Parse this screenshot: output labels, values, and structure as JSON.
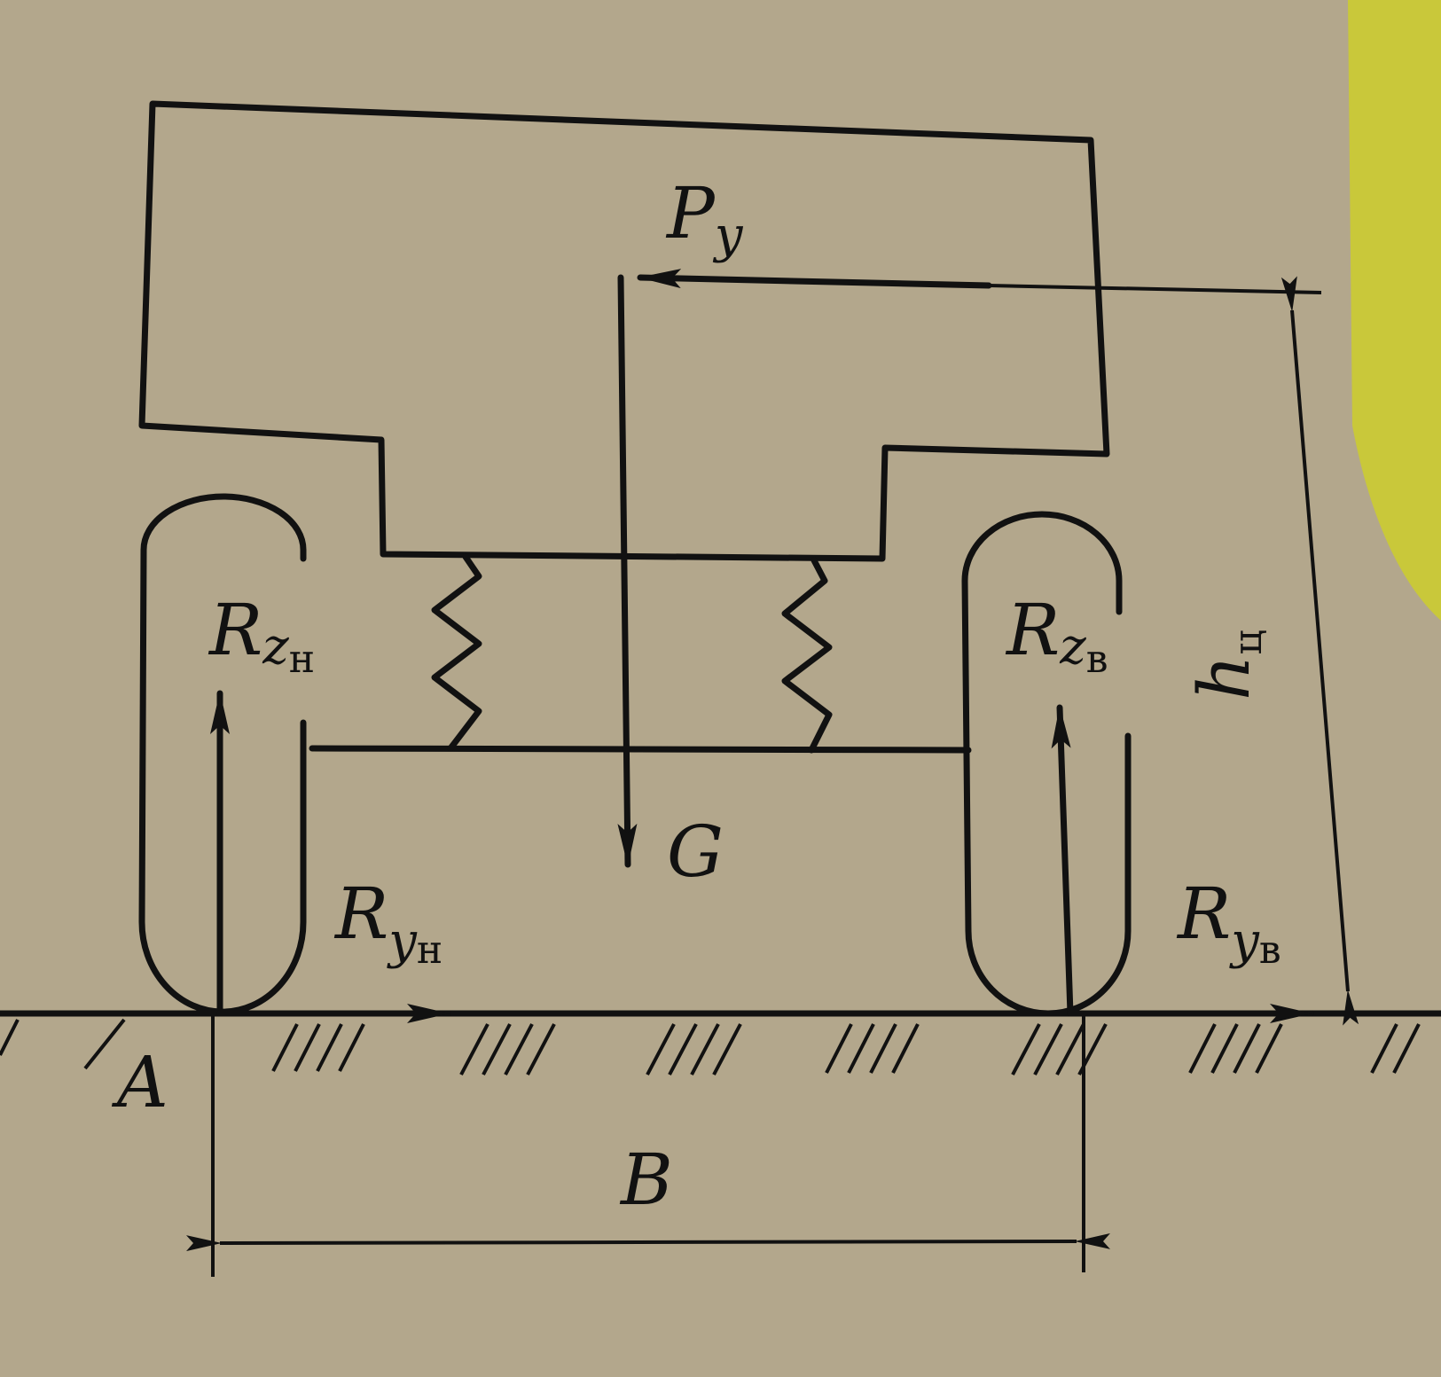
{
  "colors": {
    "paper": "#b3a78c",
    "ink": "#111111",
    "accent_yellow": "#c9c83a"
  },
  "labels": {
    "lateral_force": {
      "main": "P",
      "sub": "y"
    },
    "weight": "G",
    "inner_vertical_reaction": {
      "main": "R",
      "sub1": "z",
      "sub2": "н"
    },
    "outer_vertical_reaction": {
      "main": "R",
      "sub1": "z",
      "sub2": "в"
    },
    "inner_lateral_reaction": {
      "main": "R",
      "sub1": "y",
      "sub2": "н"
    },
    "outer_lateral_reaction": {
      "main": "R",
      "sub1": "y",
      "sub2": "в"
    },
    "point_a": "A",
    "track_width": "B",
    "cg_height": {
      "main": "h",
      "sub": "ц"
    }
  }
}
